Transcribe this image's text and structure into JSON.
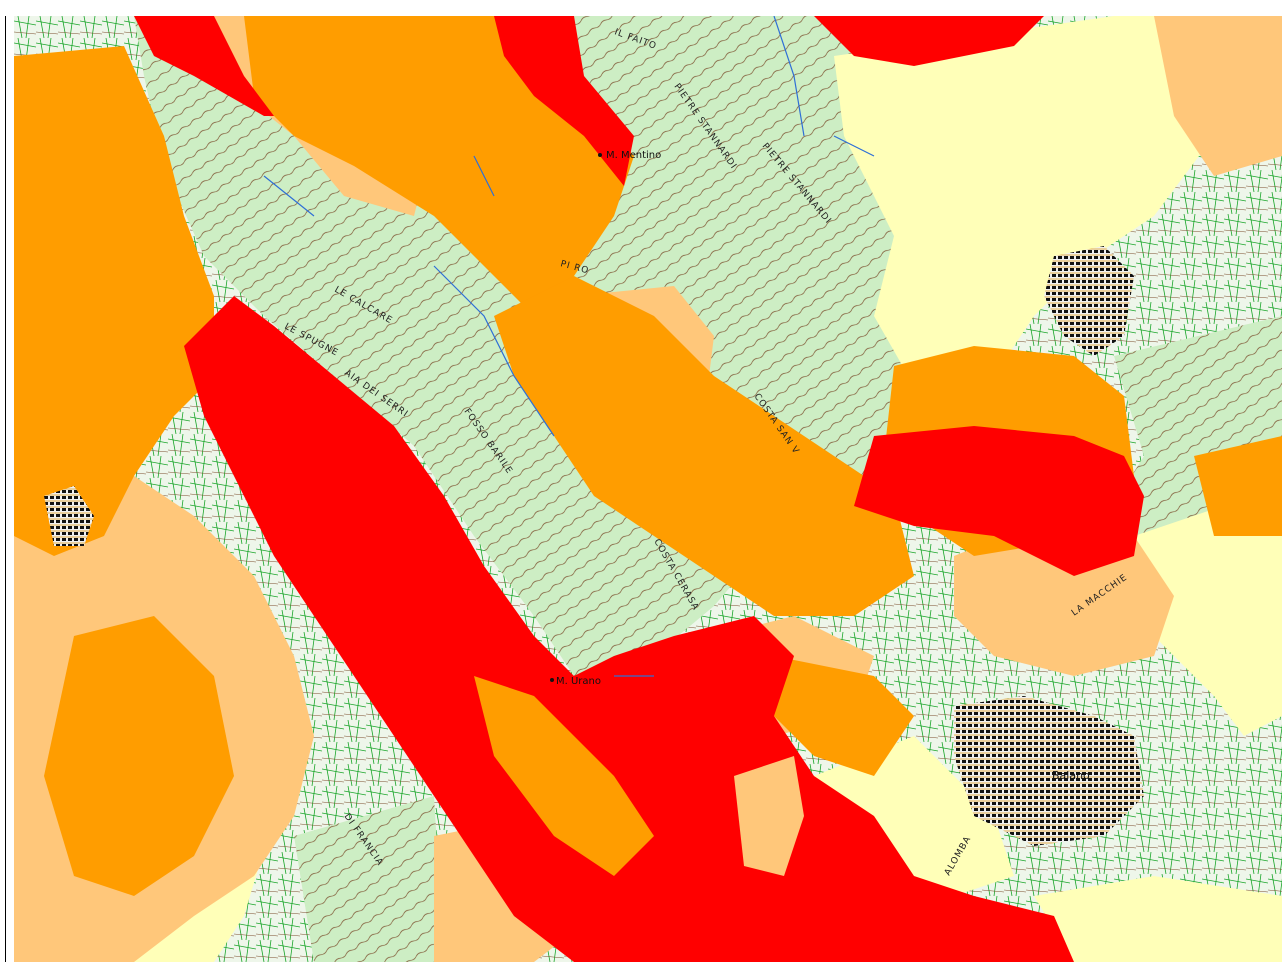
{
  "map": {
    "colors": {
      "very_high": "#ff0000",
      "high": "#ff9d00",
      "medium": "#ffc77a",
      "low": "#ffffb8",
      "contour_area": "#cdeec4",
      "contour_line": "#7a4b2a",
      "road": "#1aa62a",
      "stream": "#2f6fd6",
      "settlement": "#111111"
    },
    "peak_labels": {
      "mentino": "M. Mentino",
      "urano": "M. Urano"
    },
    "place_labels": {
      "balano": "Balano",
      "il_faito": "IL FAITO",
      "pietre_stannardi_1": "PIETRE STANNARDI",
      "pietre_stannardi_2": "PIETRE STANNARDI",
      "le_calcare": "LE CALCARE",
      "le_spugne": "LE SPUGNE",
      "aia_dei_serri": "AIA DEI SERRI",
      "costa_san_v": "COSTA SAN V",
      "fosso_barile": "FOSSO BARILE",
      "costa_cerasa": "COSTA CERASA",
      "de_francia": "DI FRANCIA",
      "le_macchie": "LA MACCHIE",
      "colombara": "ALOMBA",
      "pi_ro": "PI RO"
    }
  }
}
